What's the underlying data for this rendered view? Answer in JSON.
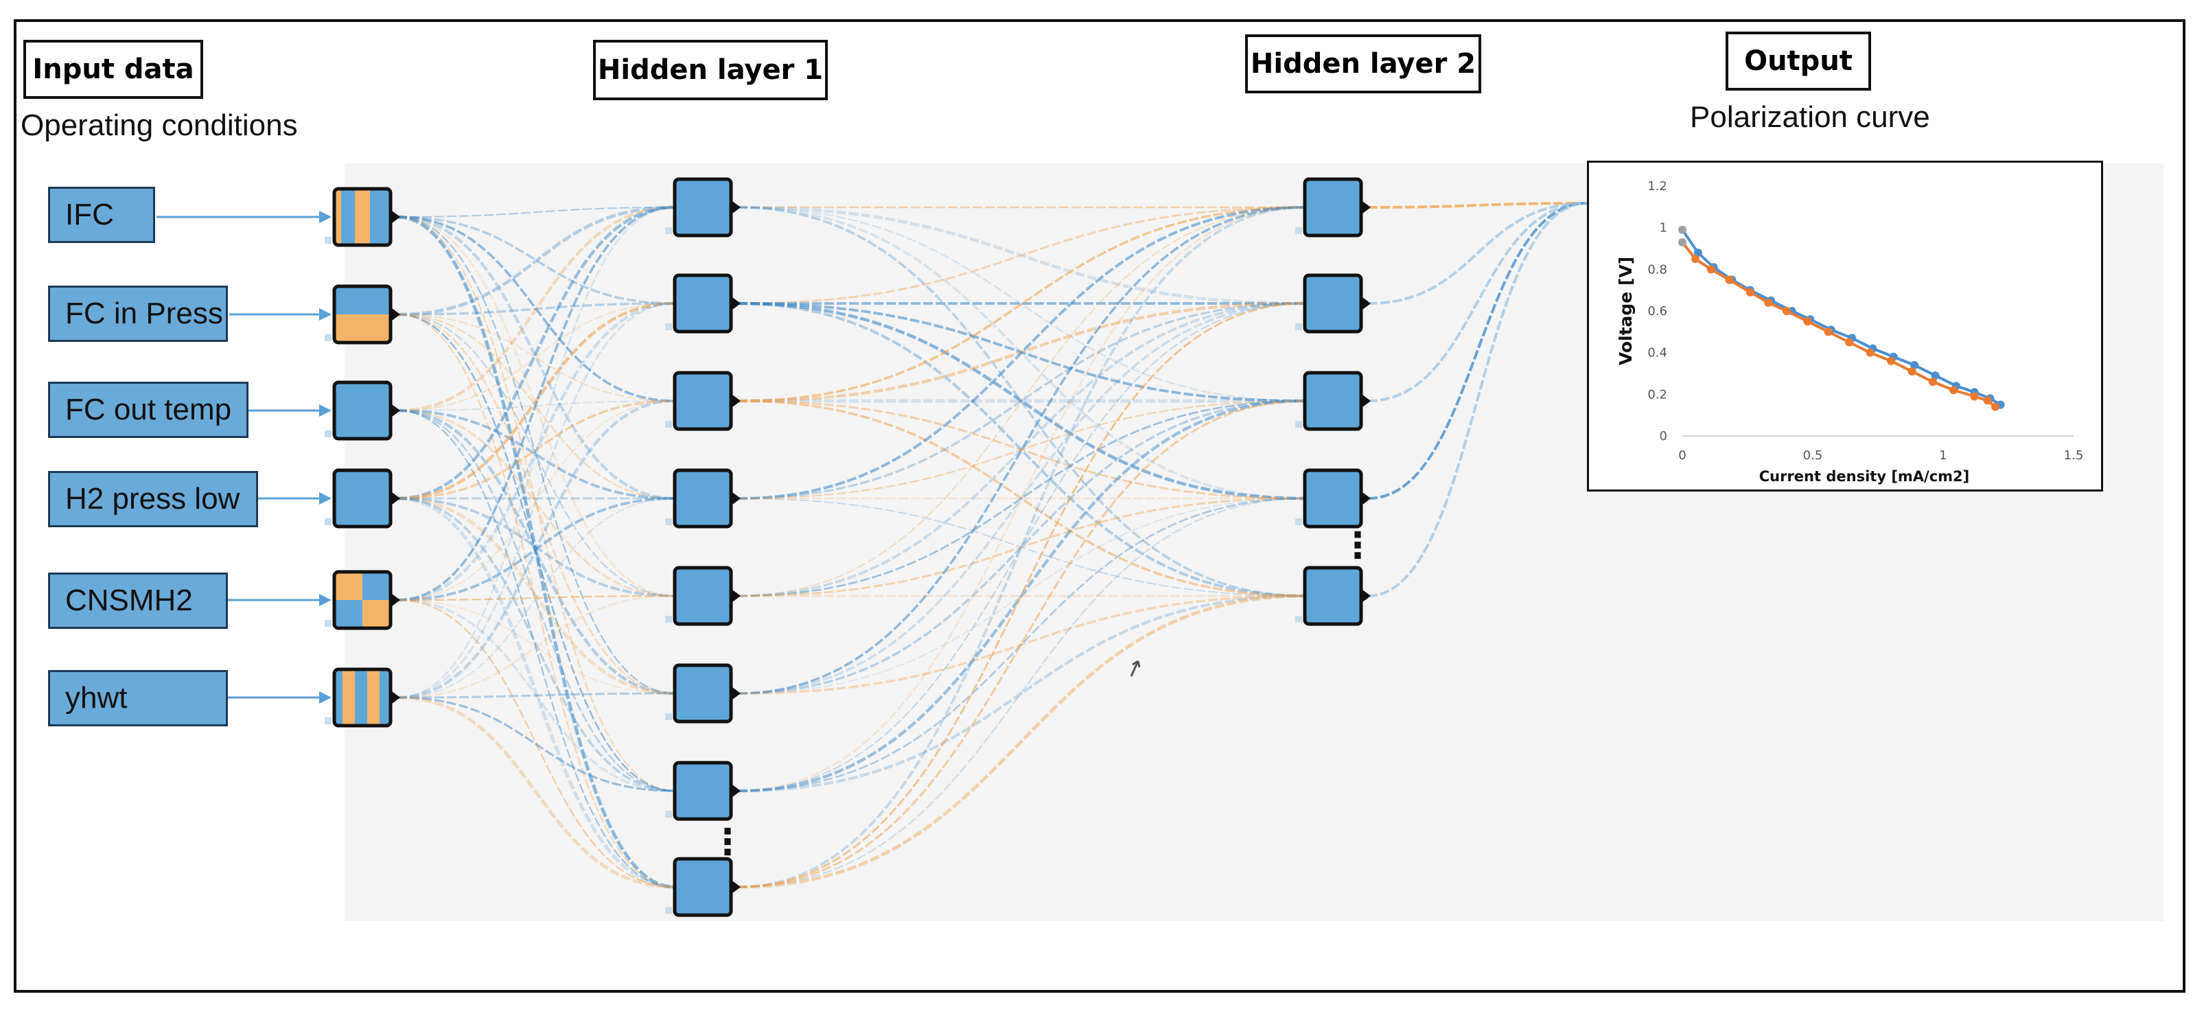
{
  "headers": {
    "input": "Input data",
    "hidden1": "Hidden layer 1",
    "hidden2": "Hidden layer 2",
    "output": "Output"
  },
  "subtitles": {
    "input": "Operating conditions",
    "output": "Polarization curve"
  },
  "inputs": [
    "IFC",
    "FC in Press",
    "FC out temp",
    "H2 press low",
    "CNSMH2",
    "yhwt"
  ],
  "ellipsis": "⋮",
  "colors": {
    "node_blue": "#5ea6d8",
    "node_orange": "#f5b468",
    "link_blue": "#3d87c4",
    "link_orange": "#f0a24a",
    "series_blue": "#4a8fd0",
    "series_orange": "#ea7a30"
  },
  "chart_data": {
    "type": "line",
    "xlabel": "Current density [mA/cm2]",
    "ylabel": "Voltage [V]",
    "xlim": [
      0,
      1.5
    ],
    "ylim": [
      0,
      1.2
    ],
    "xticks": [
      "0",
      "0.5",
      "1",
      "1.5"
    ],
    "yticks": [
      "0",
      "0.2",
      "0.4",
      "0.6",
      "0.8",
      "1",
      "1.2"
    ],
    "series": [
      {
        "color": "#4a8fd0",
        "x": [
          0,
          0.06,
          0.12,
          0.19,
          0.26,
          0.34,
          0.42,
          0.49,
          0.57,
          0.65,
          0.73,
          0.81,
          0.89,
          0.97,
          1.05,
          1.12,
          1.18,
          1.22
        ],
        "y": [
          0.99,
          0.88,
          0.81,
          0.75,
          0.7,
          0.65,
          0.6,
          0.56,
          0.51,
          0.47,
          0.42,
          0.38,
          0.34,
          0.29,
          0.24,
          0.21,
          0.18,
          0.15
        ]
      },
      {
        "color": "#ea7a30",
        "x": [
          0,
          0.05,
          0.11,
          0.18,
          0.26,
          0.33,
          0.4,
          0.48,
          0.56,
          0.64,
          0.72,
          0.8,
          0.88,
          0.96,
          1.04,
          1.12,
          1.17,
          1.2
        ],
        "y": [
          0.93,
          0.85,
          0.8,
          0.75,
          0.69,
          0.64,
          0.6,
          0.55,
          0.5,
          0.45,
          0.4,
          0.36,
          0.31,
          0.26,
          0.22,
          0.19,
          0.17,
          0.14
        ]
      }
    ]
  }
}
